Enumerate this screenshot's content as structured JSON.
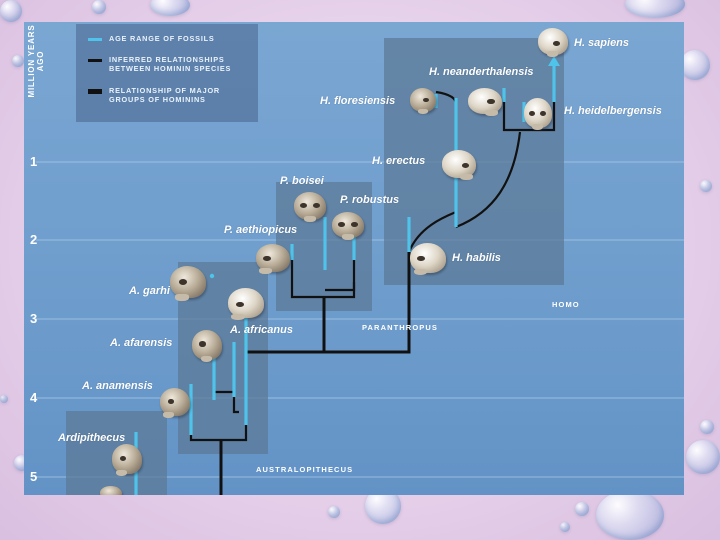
{
  "axis": {
    "title": "MILLION YEARS AGO",
    "ticks": [
      "1",
      "2",
      "3",
      "4",
      "5"
    ]
  },
  "legend": {
    "items": [
      {
        "label": "AGE RANGE OF FOSSILS",
        "color": "#4fc3ea"
      },
      {
        "label": "INFERRED RELATIONSHIPS BETWEEN HOMININ SPECIES",
        "color": "#111111"
      },
      {
        "label": "RELATIONSHIP OF MAJOR GROUPS OF HOMININS",
        "color": "#111111"
      }
    ]
  },
  "groups": {
    "homo": "HOMO",
    "paranthropus": "PARANTHROPUS",
    "australopithecus": "AUSTRALOPITHECUS"
  },
  "species": {
    "h_sapiens": "H. sapiens",
    "h_neanderthalensis": "H. neanderthalensis",
    "h_floresiensis": "H. floresiensis",
    "h_heidelbergensis": "H. heidelbergensis",
    "h_erectus": "H. erectus",
    "h_habilis": "H. habilis",
    "p_boisei": "P. boisei",
    "p_robustus": "P. robustus",
    "p_aethiopicus": "P. aethiopicus",
    "a_garhi": "A. garhi",
    "a_africanus": "A. africanus",
    "a_afarensis": "A. afarensis",
    "a_anamensis": "A. anamensis",
    "ardipithecus": "Ardipithecus"
  },
  "colors": {
    "fossil_range": "#4fc3ea",
    "relationship": "#111111",
    "panel": "#6d9ccc",
    "group_box": "#5c7896"
  }
}
